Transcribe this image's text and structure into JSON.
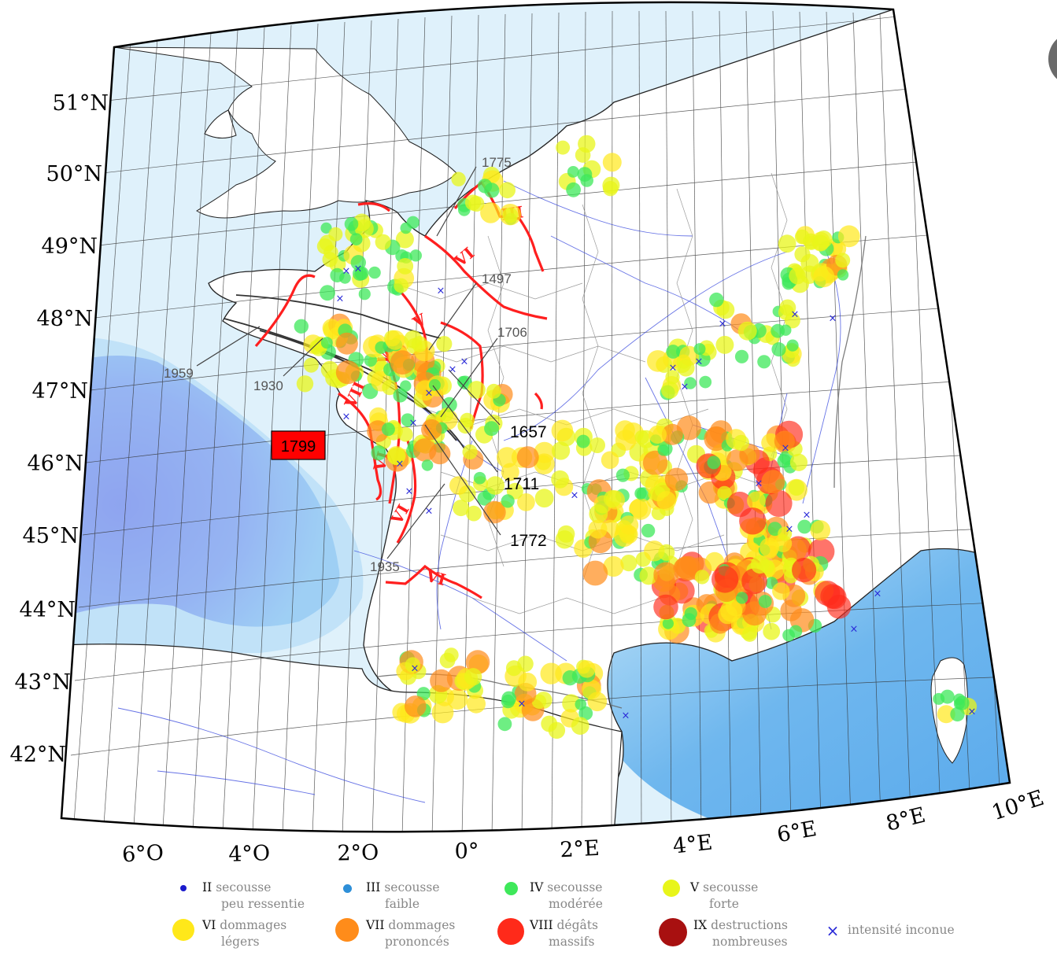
{
  "latitude_labels": [
    "51°N",
    "50°N",
    "49°N",
    "48°N",
    "47°N",
    "46°N",
    "45°N",
    "44°N",
    "43°N",
    "42°N"
  ],
  "longitude_labels": [
    "6°O",
    "4°O",
    "2°O",
    "0°",
    "2°E",
    "4°E",
    "6°E",
    "8°E",
    "10°E"
  ],
  "event_labels": [
    {
      "text": "1775",
      "style": "small"
    },
    {
      "text": "1497",
      "style": "small"
    },
    {
      "text": "1706",
      "style": "small"
    },
    {
      "text": "1959",
      "style": "small"
    },
    {
      "text": "1930",
      "style": "small"
    },
    {
      "text": "1935",
      "style": "small"
    },
    {
      "text": "1657",
      "style": "large"
    },
    {
      "text": "1711",
      "style": "large"
    },
    {
      "text": "1772",
      "style": "large"
    }
  ],
  "highlight_event": {
    "text": "1799",
    "background": "#ff0000"
  },
  "isoseismal_labels": [
    "III",
    "VI",
    "V",
    "VI",
    "VII",
    "VI",
    "VI",
    "VI"
  ],
  "legend": [
    {
      "roman": "II",
      "line1": "secousse",
      "line2": "peu ressentie",
      "color": "#1a1acc",
      "size": 8,
      "symbol": "dot"
    },
    {
      "roman": "III",
      "line1": "secousse",
      "line2": "faible",
      "color": "#2e8fd8",
      "size": 11,
      "symbol": "dot"
    },
    {
      "roman": "IV",
      "line1": "secousse",
      "line2": "modérée",
      "color": "#3ee85a",
      "size": 17,
      "symbol": "dot"
    },
    {
      "roman": "V",
      "line1": "secousse",
      "line2": "forte",
      "color": "#e8f51a",
      "size": 22,
      "symbol": "dot"
    },
    {
      "roman": "VI",
      "line1": "dommages",
      "line2": "légers",
      "color": "#ffe81a",
      "size": 28,
      "symbol": "dot"
    },
    {
      "roman": "VII",
      "line1": "dommages",
      "line2": "prononcés",
      "color": "#ff8c1a",
      "size": 30,
      "symbol": "dot"
    },
    {
      "roman": "VIII",
      "line1": "dégâts",
      "line2": "massifs",
      "color": "#ff2a1a",
      "size": 34,
      "symbol": "dot"
    },
    {
      "roman": "IX",
      "line1": "destructions",
      "line2": "nombreuses",
      "color": "#a81010",
      "size": 36,
      "symbol": "dot"
    },
    {
      "roman": "",
      "line1": "intensité inconue",
      "line2": "",
      "color": "#2a2ad8",
      "size": 18,
      "symbol": "cross"
    }
  ],
  "colors": {
    "sea_light": "#dff1fb",
    "sea_mid": "#8ccaf0",
    "sea_deep": "#7a70e8",
    "land": "#ffffff",
    "isoseismal": "#ff1f1f",
    "rivers": "#3344dd",
    "borders": "#8a8a8a"
  }
}
